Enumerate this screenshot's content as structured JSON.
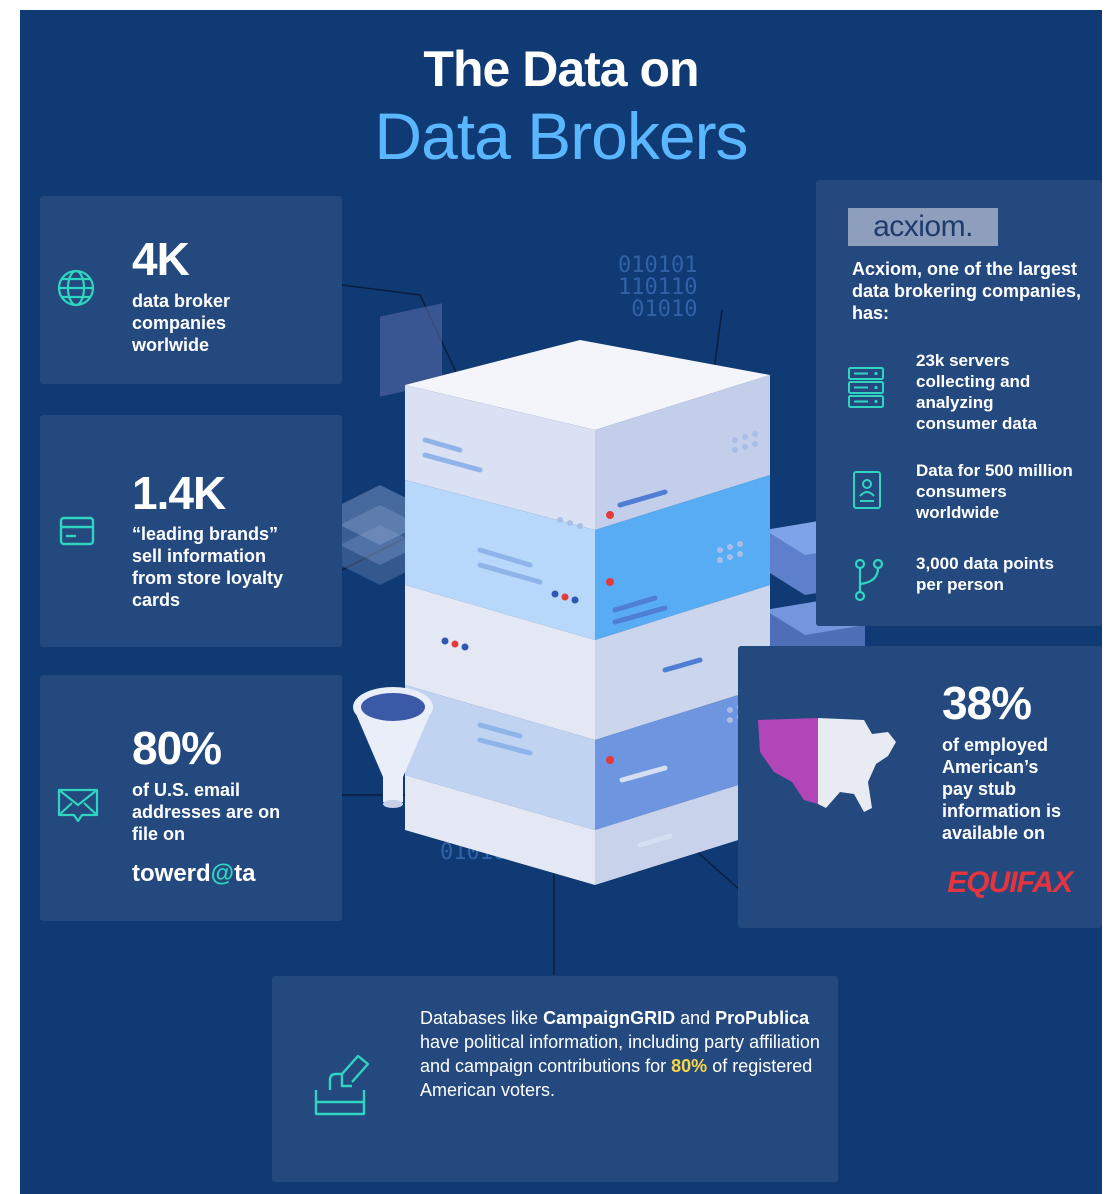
{
  "header": {
    "title_line1": "The Data on",
    "title_line2": "Data Brokers"
  },
  "cards": {
    "companies": {
      "value": "4K",
      "text": "data broker companies worlwide",
      "icon": "globe-icon"
    },
    "brands": {
      "value": "1.4K",
      "text": "“leading brands” sell information from store loyalty cards",
      "icon": "credit-card-icon"
    },
    "email": {
      "value": "80%",
      "text": "of U.S. email addresses are on file on",
      "logo_part1": "towerd",
      "logo_at": "@",
      "logo_part2": "ta",
      "icon": "envelope-icon"
    },
    "acxiom": {
      "logo": "acxiom.",
      "intro": "Acxiom, one of the largest data brokering companies, has:",
      "items": [
        {
          "icon": "server-rack-icon",
          "text": "23k servers collecting and analyzing consumer data"
        },
        {
          "icon": "id-badge-icon",
          "text": "Data for 500 million consumers worldwide"
        },
        {
          "icon": "branch-icon",
          "text": "3,000 data points per person"
        }
      ]
    },
    "paystub": {
      "value": "38%",
      "text": "of employed American’s pay stub information is available on",
      "logo": "EQUIFAX",
      "icon": "usa-map-icon"
    },
    "voters": {
      "icon": "ballot-box-icon",
      "text_pre": "Databases like ",
      "brand1": "CampaignGRID",
      "text_mid1": " and ",
      "brand2": "ProPublica",
      "text_mid2": " have political information, including party affiliation and campaign contributions for ",
      "highlight": "80%",
      "text_post": " of registered American voters."
    }
  },
  "decor": {
    "binary_top": "010101\n110110\n 01010",
    "binary_bottom": "0110\n010101"
  },
  "colors": {
    "background": "#0f3a73",
    "card": "#24497f",
    "accent_cyan": "#2fd5c0",
    "accent_blue": "#5ab7ff",
    "highlight_yellow": "#f7d448",
    "equifax_red": "#e6343f",
    "map_magenta": "#b246b8"
  }
}
